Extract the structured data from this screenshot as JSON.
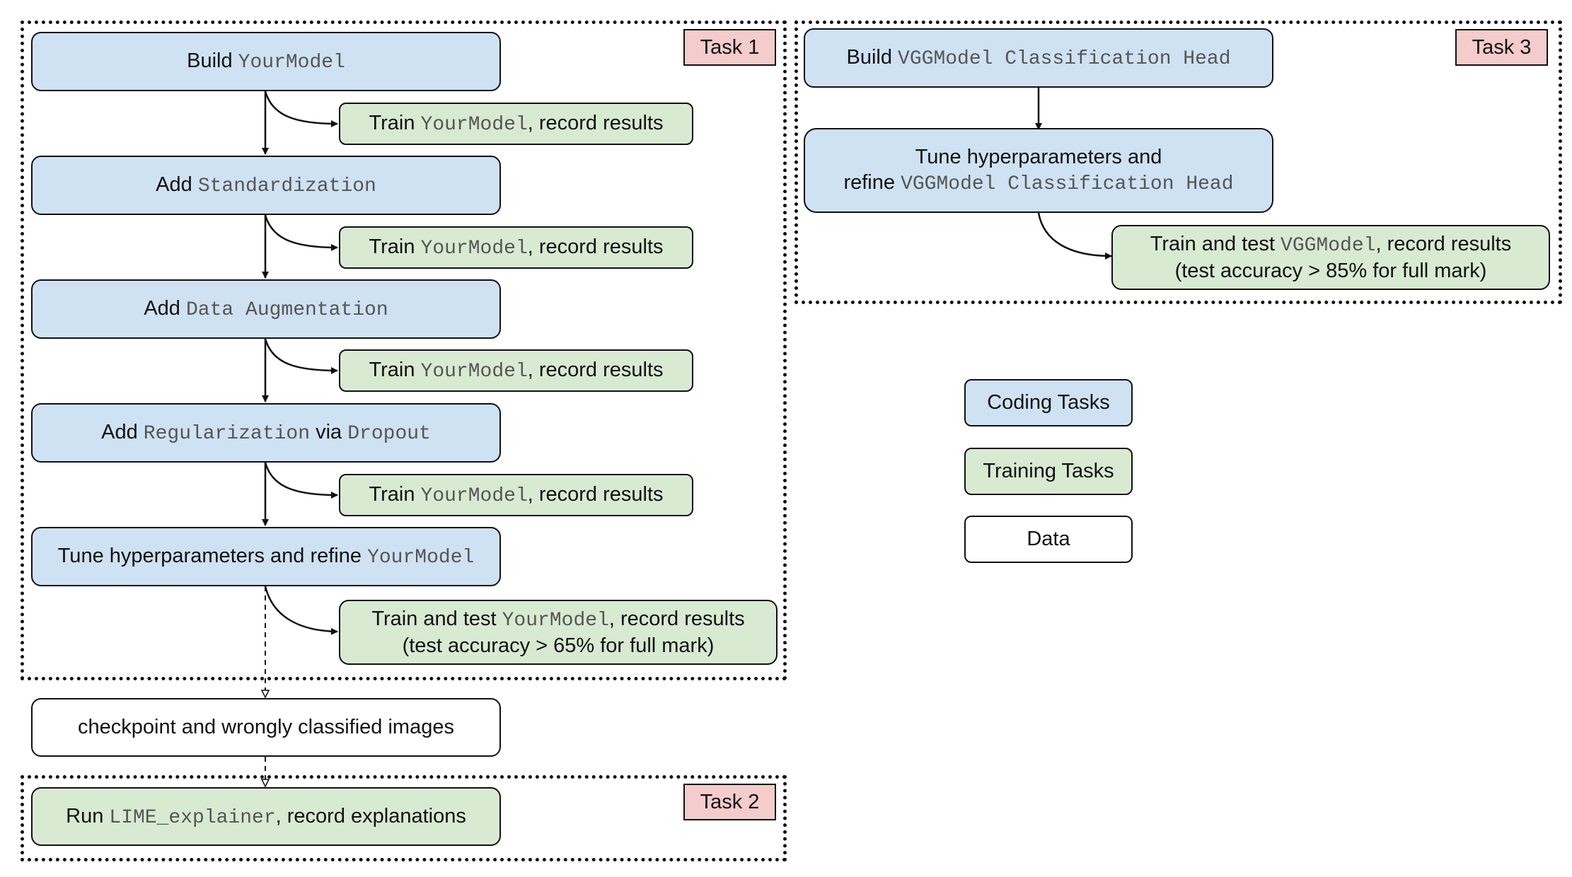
{
  "task1": {
    "tag": "Task 1"
  },
  "task2": {
    "tag": "Task 2"
  },
  "task3": {
    "tag": "Task 3"
  },
  "task1_steps": [
    {
      "pre": "Build ",
      "code": "YourModel",
      "post": ""
    },
    {
      "pre": "Add ",
      "code": "Standardization",
      "post": ""
    },
    {
      "pre": "Add ",
      "code": "Data Augmentation",
      "post": ""
    },
    {
      "pre": "Add ",
      "code": "Regularization",
      "mid": " via ",
      "code2": "Dropout",
      "post": ""
    },
    {
      "pre": "Tune hyperparameters and refine ",
      "code": "YourModel",
      "post": ""
    }
  ],
  "task1_trains": [
    {
      "pre": "Train ",
      "code": "YourModel",
      "post": ", record results"
    },
    {
      "pre": "Train ",
      "code": "YourModel",
      "post": ", record results"
    },
    {
      "pre": "Train ",
      "code": "YourModel",
      "post": ", record results"
    },
    {
      "pre": "Train ",
      "code": "YourModel",
      "post": ", record results"
    }
  ],
  "task1_final": {
    "pre": "Train and test ",
    "code": "YourModel",
    "post": ", record results",
    "line2": "(test accuracy > 65% for full mark)"
  },
  "data_box": {
    "text": "checkpoint and wrongly classified images"
  },
  "task2_step": {
    "pre": "Run ",
    "code": "LIME_explainer",
    "post": ", record explanations"
  },
  "task3_build": {
    "pre": "Build ",
    "code": "VGGModel Classification Head"
  },
  "task3_tune": {
    "line1": "Tune hyperparameters and",
    "pre": "refine ",
    "code": "VGGModel Classification Head"
  },
  "task3_train": {
    "pre": "Train and test ",
    "code": "VGGModel",
    "post": ", record results",
    "line2": "(test accuracy > 85% for full mark)"
  },
  "legend": {
    "coding": "Coding Tasks",
    "training": "Training Tasks",
    "data": "Data"
  },
  "colors": {
    "coding": "#cfe2f3",
    "training": "#d9ead3",
    "data": "#ffffff",
    "task_tag": "#f4cccc"
  }
}
